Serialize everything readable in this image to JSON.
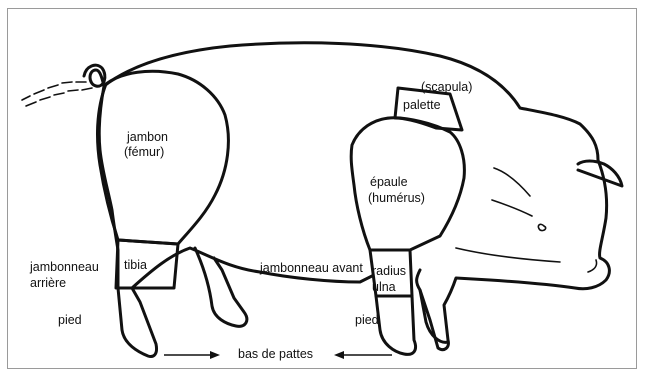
{
  "labels": {
    "jambon": "jambon",
    "femur": "(fémur)",
    "tibia": "tibia",
    "jambonneau_arriere_1": "jambonneau",
    "jambonneau_arriere_2": "arrière",
    "pied_arriere": "pied",
    "scapula": "(scapula)",
    "palette": "palette",
    "epaule": "épaule",
    "humerus": "(humérus)",
    "jambonneau_avant": "jambonneau avant",
    "radius": "radius",
    "ulna": "ulna",
    "pied_avant": "pied",
    "bas_de_pattes": "bas de pattes"
  }
}
